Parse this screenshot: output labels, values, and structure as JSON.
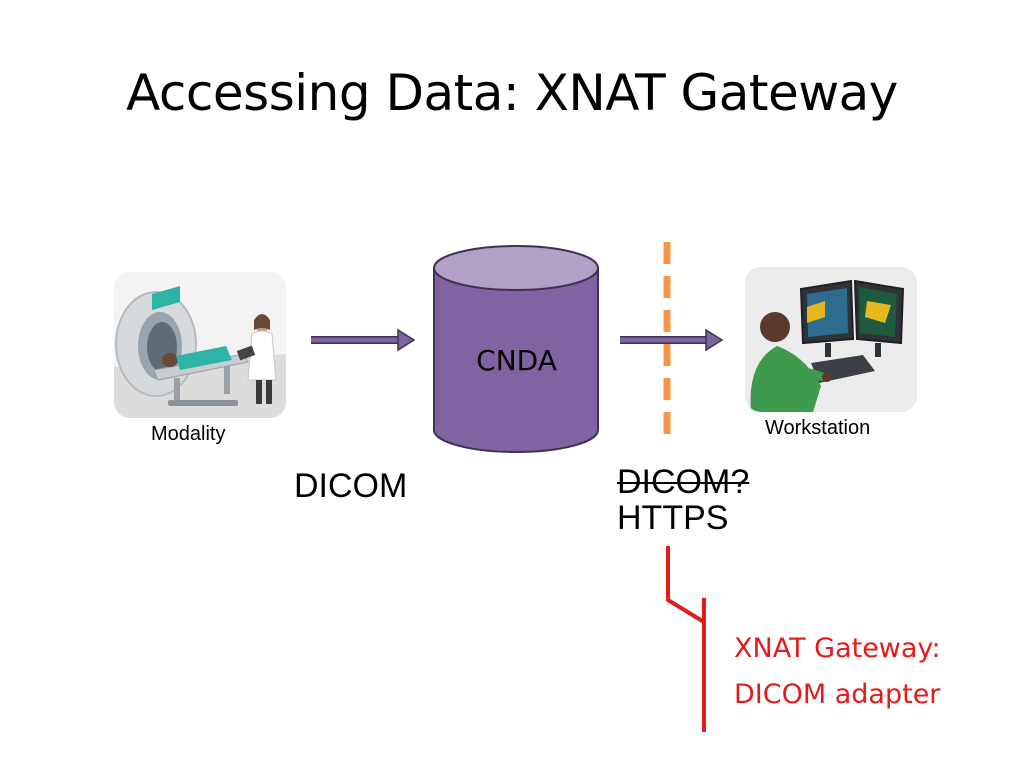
{
  "slide": {
    "title": "Accessing Data: XNAT Gateway"
  },
  "nodes": {
    "modality": {
      "label": "Modality",
      "icon": "mri-scanner-illustration"
    },
    "cnda": {
      "label": "CNDA",
      "icon": "database-cylinder"
    },
    "workstation": {
      "label": "Workstation",
      "icon": "workstation-illustration"
    }
  },
  "links": {
    "modality_to_cnda": {
      "protocol": "DICOM"
    },
    "cnda_to_workstation": {
      "protocol_old": "DICOM?",
      "protocol_new": "HTTPS"
    }
  },
  "callout": {
    "line1": "XNAT Gateway:",
    "line2": "DICOM adapter"
  },
  "colors": {
    "cylinder_fill": "#8064a2",
    "cylinder_top": "#b2a1c7",
    "cylinder_stroke": "#3f3151",
    "arrow": "#7f63a1",
    "firewall": "#f79646",
    "callout": "#e31b1b"
  }
}
